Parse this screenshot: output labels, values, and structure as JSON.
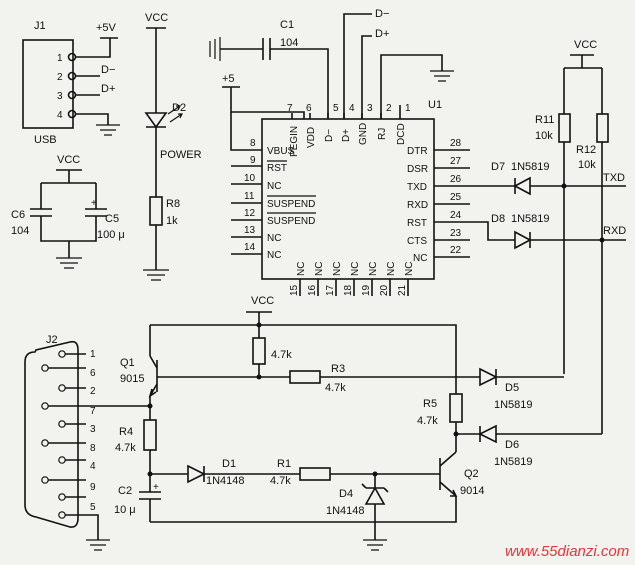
{
  "labels": {
    "j1": "J1",
    "usb": "USB",
    "j1_plus5v": "+5V",
    "j1_dminus": "D−",
    "j1_dplus": "D+",
    "j1_pins": [
      "1",
      "2",
      "3",
      "4"
    ],
    "vcc": "VCC",
    "plus5": "+5",
    "c1": "C1",
    "c1_val": "104",
    "d_minus": "D−",
    "d_plus": "D+",
    "d2": "D2",
    "power": "POWER",
    "r8": "R8",
    "r8_val": "1k",
    "u1": "U1",
    "u1_top_pins": [
      "7",
      "6",
      "5",
      "4",
      "3",
      "2",
      "1"
    ],
    "u1_top_names": [
      "PEGIN",
      "VDD",
      "D−",
      "D+",
      "GND",
      "RJ",
      "DCD"
    ],
    "u1_left_pins": [
      "8",
      "9",
      "10",
      "11",
      "12",
      "13",
      "14"
    ],
    "u1_left_names": [
      "VBUS",
      "RST",
      "NC",
      "SUSPEND",
      "SUSPEND",
      "NC",
      "NC"
    ],
    "u1_right_pins": [
      "28",
      "27",
      "26",
      "25",
      "24",
      "23",
      "22"
    ],
    "u1_right_names": [
      "DTR",
      "DSR",
      "TXD",
      "RXD",
      "RST",
      "CTS",
      "NC"
    ],
    "u1_bottom_pins": [
      "15",
      "16",
      "17",
      "18",
      "19",
      "20",
      "21"
    ],
    "u1_bottom_names": [
      "NC",
      "NC",
      "NC",
      "NC",
      "NC",
      "NC",
      "NC"
    ],
    "c6": "C6",
    "c6_val": "104",
    "c5": "C5",
    "c5_val": "100 μ",
    "d7": "D7",
    "d7_val": "1N5819",
    "d8": "D8",
    "d8_val": "1N5819",
    "r11": "R11",
    "r11_val": "10k",
    "r12": "R12",
    "r12_val": "10k",
    "txd": "TXD",
    "rxd": "RXD",
    "j2": "J2",
    "j2_pins": [
      "1",
      "6",
      "2",
      "7",
      "3",
      "8",
      "4",
      "9",
      "5"
    ],
    "q1": "Q1",
    "q1_val": "9015",
    "r_47k_a": "4.7k",
    "r3": "R3",
    "r3_val": "4.7k",
    "r4": "R4",
    "r4_val": "4.7k",
    "r5": "R5",
    "r5_val": "4.7k",
    "d5": "D5",
    "d5_val": "1N5819",
    "d6": "D6",
    "d6_val": "1N5819",
    "d1": "D1",
    "d1_val": "1N4148",
    "r1": "R1",
    "r1_val": "4.7k",
    "d4": "D4",
    "d4_val": "1N4148",
    "q2": "Q2",
    "q2_val": "9014",
    "c2": "C2",
    "c2_val": "10 μ",
    "watermark": "www.55dianzi.com"
  }
}
